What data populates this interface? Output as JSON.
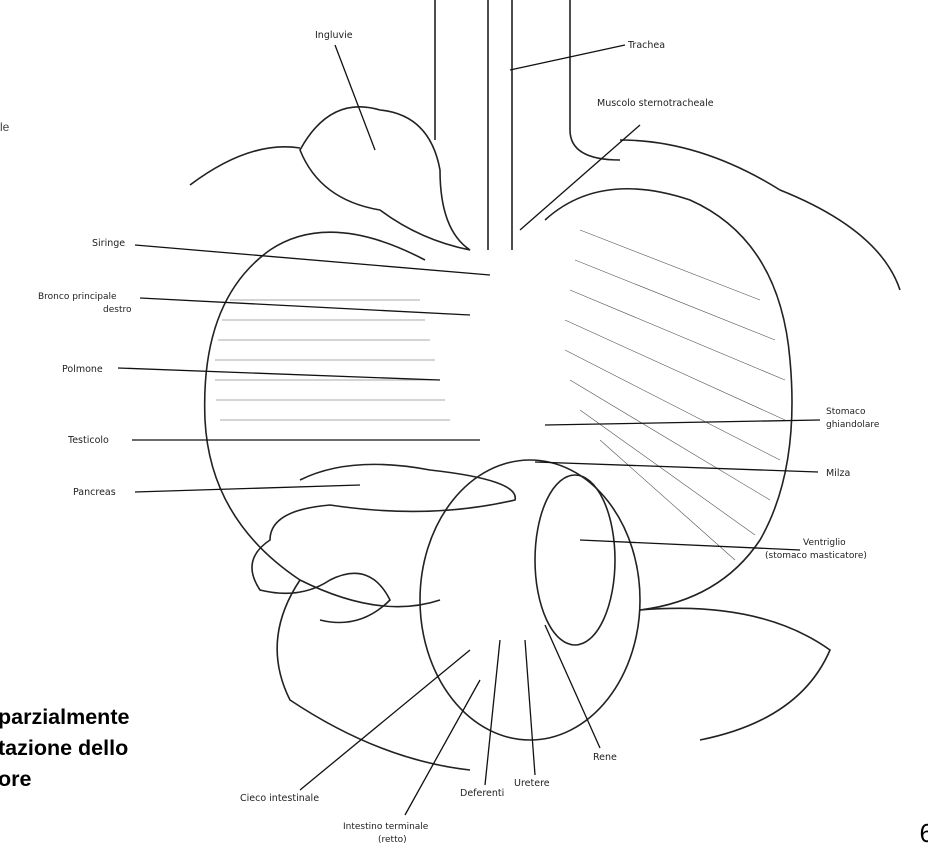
{
  "figure": {
    "labels": {
      "ingluvie": "Ingluvie",
      "trachea": "Trachea",
      "muscolo": "Muscolo sternotracheale",
      "siringe": "Siringe",
      "bronco_1": "Bronco principale",
      "bronco_2": "destro",
      "polmone": "Polmone",
      "testicolo": "Testicolo",
      "pancreas": "Pancreas",
      "stomaco_1": "Stomaco",
      "stomaco_2": "ghiandolare",
      "milza": "Milza",
      "ventriglio_1": "Ventriglio",
      "ventriglio_2": "(stomaco masticatore)",
      "rene": "Rene",
      "uretere": "Uretere",
      "deferenti": "Deferenti",
      "cieco": "Cieco intestinale",
      "terminale_1": "Intestino terminale",
      "terminale_2": "(retto)"
    }
  },
  "left_stub": "le",
  "caption": {
    "line1": "parzialmente",
    "line2": "tazione dello",
    "line3": "ore"
  },
  "page_number": "6"
}
